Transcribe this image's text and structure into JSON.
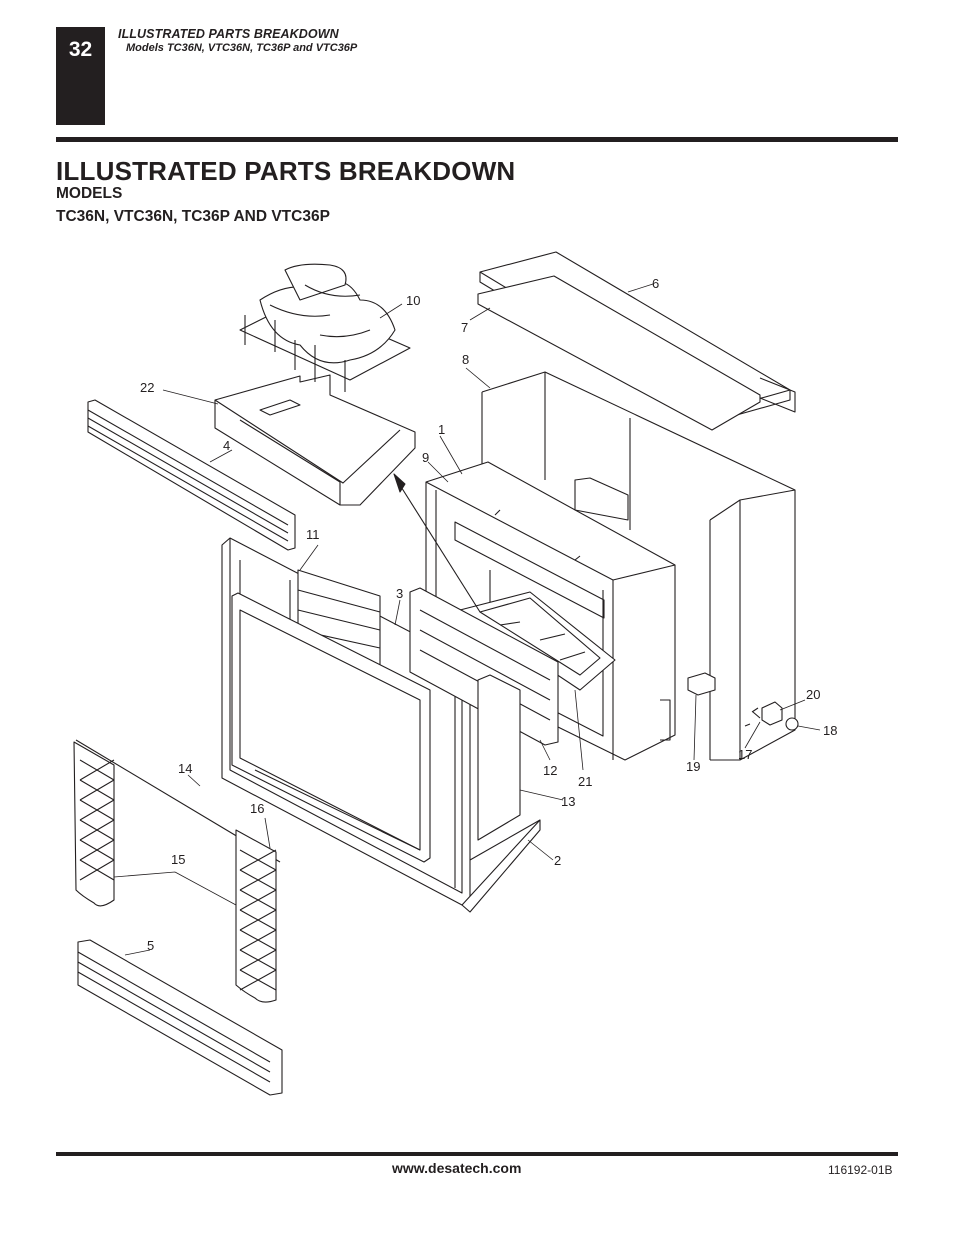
{
  "header": {
    "page_number": "32",
    "running_title": "ILLUSTRATED PARTS BREAKDOWN",
    "running_subtitle": "Models TC36N, VTC36N, TC36P and VTC36P"
  },
  "title": "ILLUSTRATED PARTS BREAKDOWN",
  "models_label": "MODELS",
  "models_list": "TC36N, VTC36N, TC36P AND VTC36P",
  "callouts": {
    "c1": "1",
    "c2": "2",
    "c3": "3",
    "c4": "4",
    "c5": "5",
    "c6": "6",
    "c7": "7",
    "c8": "8",
    "c9": "9",
    "c10": "10",
    "c11": "11",
    "c12": "12",
    "c13": "13",
    "c14": "14",
    "c15": "15",
    "c16": "16",
    "c17": "17",
    "c18": "18",
    "c19": "19",
    "c20": "20",
    "c21": "21",
    "c22": "22"
  },
  "footer": {
    "website": "www.desatech.com",
    "document_number": "116192-01B"
  }
}
